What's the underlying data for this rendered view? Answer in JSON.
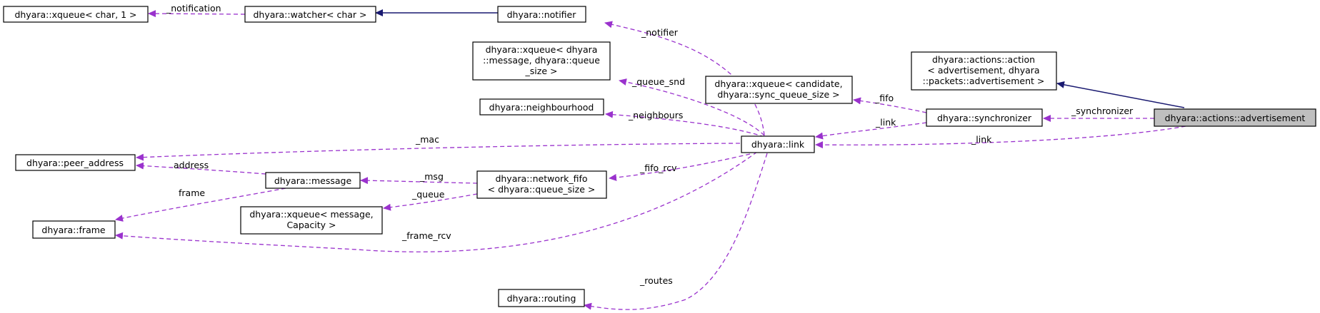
{
  "colors": {
    "dependency": "#9a32cd",
    "inheritance": "#191970",
    "focus_fill": "#bfbfbf"
  },
  "nodes": {
    "xqueue_char": [
      "dhyara::xqueue< char, 1 >"
    ],
    "watcher_char": [
      "dhyara::watcher< char >"
    ],
    "notifier": [
      "dhyara::notifier"
    ],
    "xqueue_message_queue_size": [
      "dhyara::xqueue< dhyara",
      "::message, dhyara::queue",
      "_size >"
    ],
    "neighbourhood": [
      "dhyara::neighbourhood"
    ],
    "xqueue_candidate": [
      "dhyara::xqueue< candidate,",
      "dhyara::sync_queue_size >"
    ],
    "action_advertisement": [
      "dhyara::actions::action",
      "< advertisement, dhyara",
      "::packets::advertisement >"
    ],
    "synchronizer": [
      "dhyara::synchronizer"
    ],
    "advertisement": [
      "dhyara::actions::advertisement"
    ],
    "link": [
      "dhyara::link"
    ],
    "peer_address": [
      "dhyara::peer_address"
    ],
    "message": [
      "dhyara::message"
    ],
    "network_fifo": [
      "dhyara::network_fifo",
      "< dhyara::queue_size >"
    ],
    "xqueue_message_capacity": [
      "dhyara::xqueue< message,",
      "Capacity >"
    ],
    "frame": [
      "dhyara::frame"
    ],
    "routing": [
      "dhyara::routing"
    ]
  },
  "edge_labels": {
    "notification": "_notification",
    "notifier": "_notifier",
    "queue_snd": "_queue_snd",
    "neighbours": "_neighbours",
    "fifo": "_fifo",
    "synchronizer": "_synchronizer",
    "link_sync": "_link",
    "link_adv": "_link",
    "mac": "_mac",
    "address": "address",
    "msg": "_msg",
    "fifo_rcv": "_fifo_rcv",
    "frame": "frame",
    "queue": "_queue",
    "frame_rcv": "_frame_rcv",
    "routes": "_routes"
  }
}
